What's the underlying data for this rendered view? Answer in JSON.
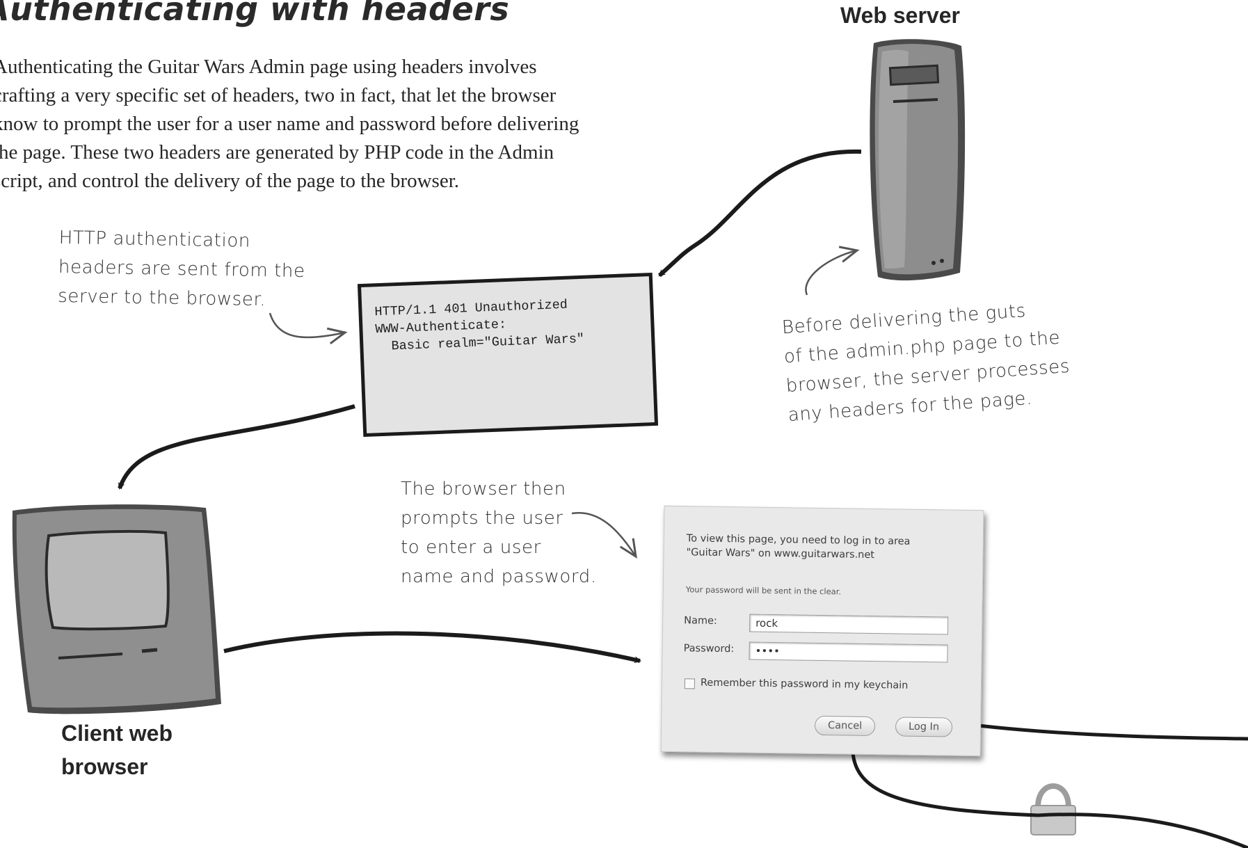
{
  "page": {
    "heading": "Authenticating with headers",
    "intro_lines": [
      "Authenticating the Guitar Wars Admin page using headers involves",
      "crafting a very specific set of headers, two in fact, that let the browser",
      "know to prompt the user for a user name and password before delivering",
      "the page. These two headers are generated by PHP code in the Admin",
      "script, and control the delivery of the page to the browser."
    ]
  },
  "labels": {
    "web_server": "Web server",
    "client_line1": "Client web",
    "client_line2": "browser"
  },
  "annotations": {
    "http_headers": [
      "HTTP authentication",
      "headers are sent from the",
      "server to the browser."
    ],
    "server_process": [
      "Before delivering the guts",
      "of the admin.php page to the",
      "browser, the server processes",
      "any headers for the page."
    ],
    "browser_prompt": [
      "The browser then",
      "prompts the user",
      "to enter a user",
      "name and password."
    ]
  },
  "http_response": {
    "lines": [
      "HTTP/1.1 401 Unauthorized",
      "WWW-Authenticate:",
      "  Basic realm=\"Guitar Wars\""
    ]
  },
  "login_dialog": {
    "message_line1": "To view this page, you need to log in to area",
    "message_line2": "\"Guitar Wars\" on www.guitarwars.net",
    "note": "Your password will be sent in the clear.",
    "name_label": "Name:",
    "name_value": "rock",
    "password_label": "Password:",
    "password_value": "••••",
    "remember_label": "Remember this password in my keychain",
    "remember_checked": false,
    "cancel_label": "Cancel",
    "login_label": "Log In"
  },
  "icons": [
    "web-server-icon",
    "client-browser-icon",
    "padlock-icon"
  ],
  "colors": {
    "box_fill": "#e3e3e3",
    "device_gray": "#8d8d8d",
    "dialog_bg": "#e9e9e9",
    "ink": "#1b1b1b"
  }
}
